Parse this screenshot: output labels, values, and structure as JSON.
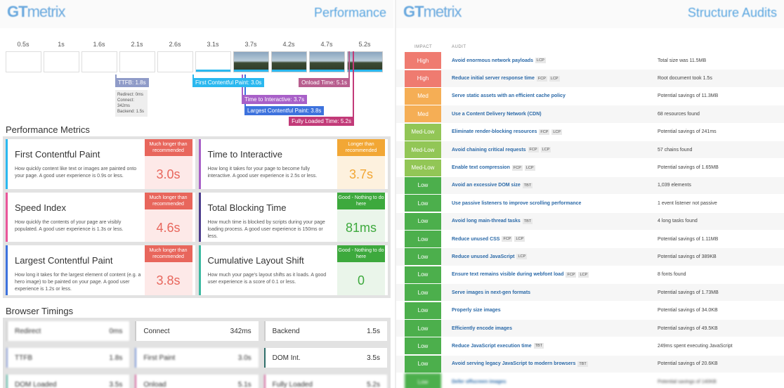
{
  "left": {
    "logo_a": "GT",
    "logo_b": "metrix",
    "title": "Performance",
    "timeline": {
      "ticks": [
        "0.5s",
        "1s",
        "1.6s",
        "2.1s",
        "2.6s",
        "3.1s",
        "3.7s",
        "4.2s",
        "4.7s",
        "5.2s"
      ],
      "markers": {
        "ttfb": "TTFB: 1.8s",
        "fcp": "First Contentful Paint: 3.0s",
        "tti": "Time to Interactive: 3.7s",
        "lcp": "Largest Contentful Paint: 3.8s",
        "onload": "Onload Time: 5.1s",
        "flt": "Fully Loaded Time: 5.2s"
      },
      "ttfb_detail": [
        "Redirect: 0ms",
        "Connect: 342ms",
        "Backend: 1.5s"
      ]
    },
    "metrics_heading": "Performance Metrics",
    "metrics": [
      {
        "title": "First Contentful Paint",
        "desc": "How quickly content like text or images are painted onto your page. A good user experience is 0.9s or less.",
        "label": "Much longer than recommended",
        "value": "3.0s",
        "accent": "#2ab8ef",
        "color": "#e8665c",
        "bg": "#fde9e8"
      },
      {
        "title": "Time to Interactive",
        "desc": "How long it takes for your page to become fully interactive. A good user experience is 2.5s or less.",
        "label": "Longer than recommended",
        "value": "3.7s",
        "accent": "#a860c8",
        "color": "#f2a735",
        "bg": "#fdf1de"
      },
      {
        "title": "Speed Index",
        "desc": "How quickly the contents of your page are visibly populated. A good user experience is 1.3s or less.",
        "label": "Much longer than recommended",
        "value": "4.6s",
        "accent": "#e9569a",
        "color": "#e8665c",
        "bg": "#fde9e8"
      },
      {
        "title": "Total Blocking Time",
        "desc": "How much time is blocked by scripts during your page loading process. A good user experience is 150ms or less.",
        "label": "Good - Nothing to do here",
        "value": "81ms",
        "accent": "#4b3b8c",
        "color": "#3da93d",
        "bg": "#eaf5ea"
      },
      {
        "title": "Largest Contentful Paint",
        "desc": "How long it takes for the largest element of content (e.g. a hero image) to be painted on your page. A good user experience is 1.2s or less.",
        "label": "Much longer than recommended",
        "value": "3.8s",
        "accent": "#3d72dd",
        "color": "#e8665c",
        "bg": "#fde9e8"
      },
      {
        "title": "Cumulative Layout Shift",
        "desc": "How much your page's layout shifts as it loads. A good user experience is a score of 0.1 or less.",
        "label": "Good - Nothing to do here",
        "value": "0",
        "accent": "#3ab8a0",
        "color": "#3da93d",
        "bg": "#eaf5ea"
      }
    ],
    "timings_heading": "Browser Timings",
    "timings": [
      {
        "label": "Redirect",
        "value": "0ms",
        "accent": "#ccc"
      },
      {
        "label": "Connect",
        "value": "342ms",
        "accent": "#ccc"
      },
      {
        "label": "Backend",
        "value": "1.5s",
        "accent": "#ccc"
      },
      {
        "label": "TTFB",
        "value": "1.8s",
        "accent": "#8ea0d6"
      },
      {
        "label": "First Paint",
        "value": "3.0s",
        "accent": "#7f9ad6"
      },
      {
        "label": "DOM Int.",
        "value": "3.5s",
        "accent": "#2f6f6a"
      },
      {
        "label": "DOM Loaded",
        "value": "3.5s",
        "accent": "#5cb8a6"
      },
      {
        "label": "Onload",
        "value": "5.1s",
        "accent": "#d46aa0"
      },
      {
        "label": "Fully Loaded",
        "value": "5.2s",
        "accent": "#d46aa0"
      }
    ]
  },
  "right": {
    "logo_a": "GT",
    "logo_b": "metrix",
    "title": "Structure Audits",
    "col_impact": "IMPACT",
    "col_audit": "AUDIT",
    "impact_colors": {
      "High": "#ef7b70",
      "Med": "#f5ae55",
      "Med-Low": "#92c656",
      "Low": "#4caf4c"
    },
    "audits": [
      {
        "impact": "High",
        "name": "Avoid enormous network payloads",
        "tags": [
          "LCP"
        ],
        "result": "Total size was 11.5MB"
      },
      {
        "impact": "High",
        "name": "Reduce initial server response time",
        "tags": [
          "FCP",
          "LCP"
        ],
        "result": "Root document took 1.5s"
      },
      {
        "impact": "Med",
        "name": "Serve static assets with an efficient cache policy",
        "tags": [],
        "result": "Potential savings of 11.3MB"
      },
      {
        "impact": "Med",
        "name": "Use a Content Delivery Network (CDN)",
        "tags": [],
        "result": "68 resources found"
      },
      {
        "impact": "Med-Low",
        "name": "Eliminate render-blocking resources",
        "tags": [
          "FCP",
          "LCP"
        ],
        "result": "Potential savings of 241ms"
      },
      {
        "impact": "Med-Low",
        "name": "Avoid chaining critical requests",
        "tags": [
          "FCP",
          "LCP"
        ],
        "result": "57 chains found"
      },
      {
        "impact": "Med-Low",
        "name": "Enable text compression",
        "tags": [
          "FCP",
          "LCP"
        ],
        "result": "Potential savings of 1.65MB"
      },
      {
        "impact": "Low",
        "name": "Avoid an excessive DOM size",
        "tags": [
          "TBT"
        ],
        "result": "1,039 elements"
      },
      {
        "impact": "Low",
        "name": "Use passive listeners to improve scrolling performance",
        "tags": [],
        "result": "1 event listener not passive"
      },
      {
        "impact": "Low",
        "name": "Avoid long main-thread tasks",
        "tags": [
          "TBT"
        ],
        "result": "4 long tasks found"
      },
      {
        "impact": "Low",
        "name": "Reduce unused CSS",
        "tags": [
          "FCP",
          "LCP"
        ],
        "result": "Potential savings of 1.11MB"
      },
      {
        "impact": "Low",
        "name": "Reduce unused JavaScript",
        "tags": [
          "LCP"
        ],
        "result": "Potential savings of 389KB"
      },
      {
        "impact": "Low",
        "name": "Ensure text remains visible during webfont load",
        "tags": [
          "FCP",
          "LCP"
        ],
        "result": "8 fonts found"
      },
      {
        "impact": "Low",
        "name": "Serve images in next-gen formats",
        "tags": [],
        "result": "Potential savings of 1.73MB"
      },
      {
        "impact": "Low",
        "name": "Properly size images",
        "tags": [],
        "result": "Potential savings of 34.0KB"
      },
      {
        "impact": "Low",
        "name": "Efficiently encode images",
        "tags": [],
        "result": "Potential savings of 49.5KB"
      },
      {
        "impact": "Low",
        "name": "Reduce JavaScript execution time",
        "tags": [
          "TBT"
        ],
        "result": "249ms spent executing JavaScript"
      },
      {
        "impact": "Low",
        "name": "Avoid serving legacy JavaScript to modern browsers",
        "tags": [
          "TBT"
        ],
        "result": "Potential savings of 20.6KB"
      },
      {
        "impact": "Low",
        "name": "Defer offscreen images",
        "tags": [],
        "result": "Potential savings of 140KB"
      }
    ]
  }
}
